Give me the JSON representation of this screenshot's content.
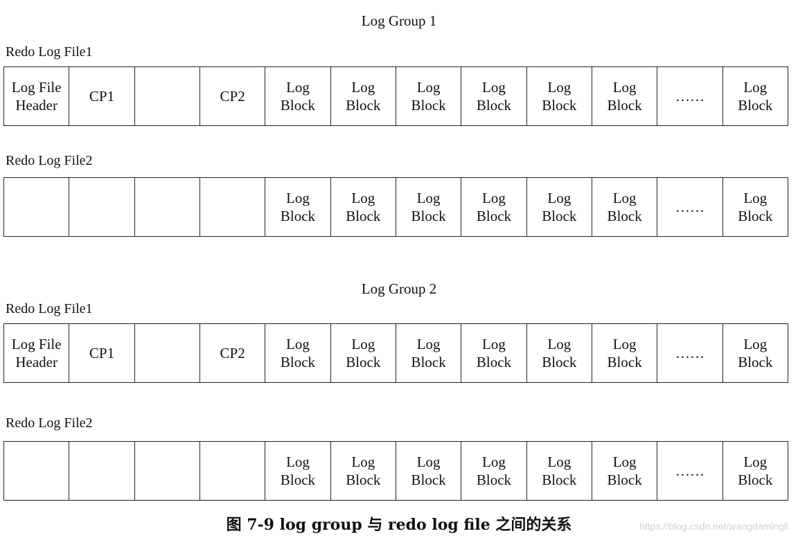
{
  "groups": [
    {
      "title": "Log Group 1",
      "files": [
        {
          "label": "Redo Log File1",
          "cells": [
            "Log File\nHeader",
            "CP1",
            "",
            "CP2",
            "Log\nBlock",
            "Log\nBlock",
            "Log\nBlock",
            "Log\nBlock",
            "Log\nBlock",
            "Log\nBlock",
            "……",
            "Log\nBlock"
          ]
        },
        {
          "label": "Redo Log File2",
          "cells": [
            "",
            "",
            "",
            "",
            "Log\nBlock",
            "Log\nBlock",
            "Log\nBlock",
            "Log\nBlock",
            "Log\nBlock",
            "Log\nBlock",
            "……",
            "Log\nBlock"
          ]
        }
      ]
    },
    {
      "title": "Log Group 2",
      "files": [
        {
          "label": "Redo Log File1",
          "cells": [
            "Log File\nHeader",
            "CP1",
            "",
            "CP2",
            "Log\nBlock",
            "Log\nBlock",
            "Log\nBlock",
            "Log\nBlock",
            "Log\nBlock",
            "Log\nBlock",
            "……",
            "Log\nBlock"
          ]
        },
        {
          "label": "Redo Log File2",
          "cells": [
            "",
            "",
            "",
            "",
            "Log\nBlock",
            "Log\nBlock",
            "Log\nBlock",
            "Log\nBlock",
            "Log\nBlock",
            "Log\nBlock",
            "……",
            "Log\nBlock"
          ]
        }
      ]
    }
  ],
  "caption": "图 7-9 log group 与 redo log file 之间的关系",
  "watermark": "https://blog.csdn.net/wangdamingll"
}
